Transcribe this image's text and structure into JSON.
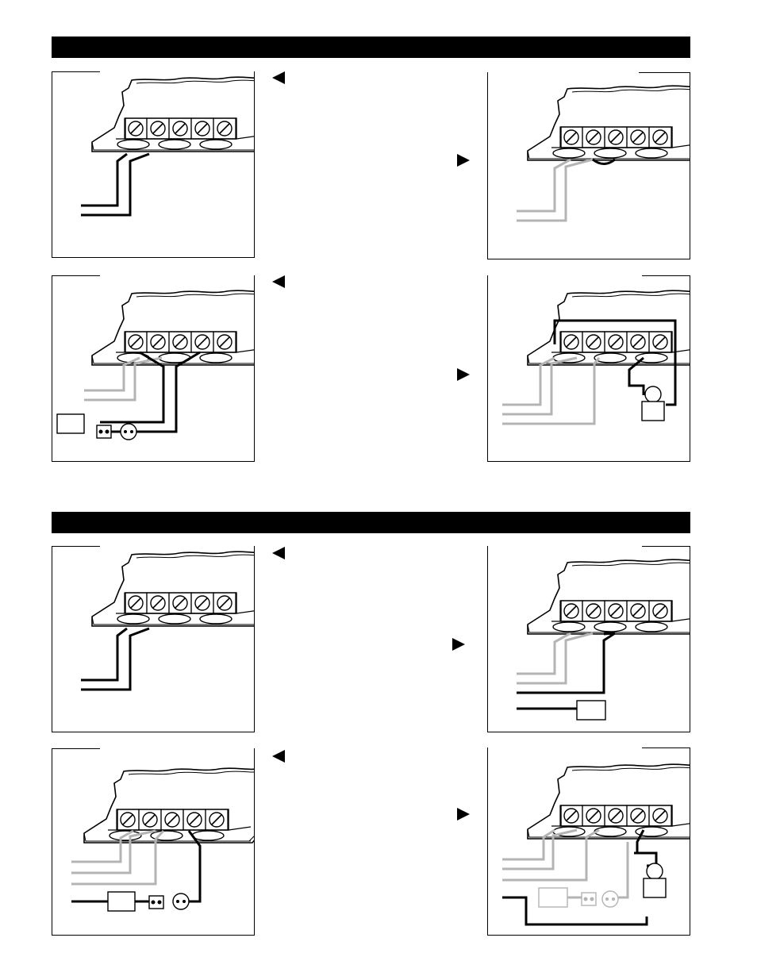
{
  "sections": [
    {
      "name": "section-1",
      "header_text": ""
    },
    {
      "name": "section-2",
      "header_text": ""
    }
  ],
  "colors": {
    "wire_black": "#000000",
    "wire_gray": "#b4b4b4",
    "outline": "#000000"
  },
  "panels": [
    {
      "id": "s1-a",
      "variant": "two-black-wires"
    },
    {
      "id": "s1-b",
      "variant": "gray-wires-jumper"
    },
    {
      "id": "s1-c",
      "variant": "black-wires-box-switch-lamp"
    },
    {
      "id": "s1-d",
      "variant": "loop-to-device"
    },
    {
      "id": "s2-a",
      "variant": "two-black-wires"
    },
    {
      "id": "s2-b",
      "variant": "gray-wires-box"
    },
    {
      "id": "s2-c",
      "variant": "black-wire-box-switch-lamp"
    },
    {
      "id": "s2-d",
      "variant": "loop-to-device-gray-components"
    }
  ],
  "icons": {
    "pointer_left": "left-triangle-icon",
    "pointer_right": "right-triangle-icon",
    "screw": "screw-terminal-icon"
  }
}
